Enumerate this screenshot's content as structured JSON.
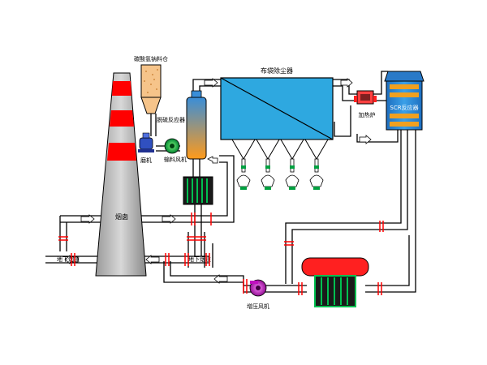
{
  "labels": {
    "silo": "碳酸氢钠料仓",
    "reactor": "脱硫反应器",
    "mill": "磨机",
    "blower": "输料风机",
    "baghouse": "布袋除尘器",
    "heater": "加热炉",
    "scr": "SCR反应器",
    "chimney": "烟囱",
    "flue_left": "地下烟道",
    "flue_right": "地下烟道",
    "booster_fan": "增压风机"
  },
  "colors": {
    "pipe": "#000000",
    "pipe_fill": "#ffffff",
    "valve": "#ff0000",
    "baghouse": "#2ea8e0",
    "chimney_body": "#c8c8c8",
    "chimney_band": "#ff0000",
    "silo_material": "#f6c48a",
    "reactor_gradient_start": "#3a8ed8",
    "reactor_gradient_end": "#ff9a1a",
    "heat_exchanger": "#1a1a1a",
    "heat_exchanger_accent": "#00c050",
    "heater_body": "#ff2020",
    "blower": "#00c060",
    "booster_fan": "#c010c0",
    "mill": "#3050c0",
    "scr_body": "#1e82d2"
  }
}
